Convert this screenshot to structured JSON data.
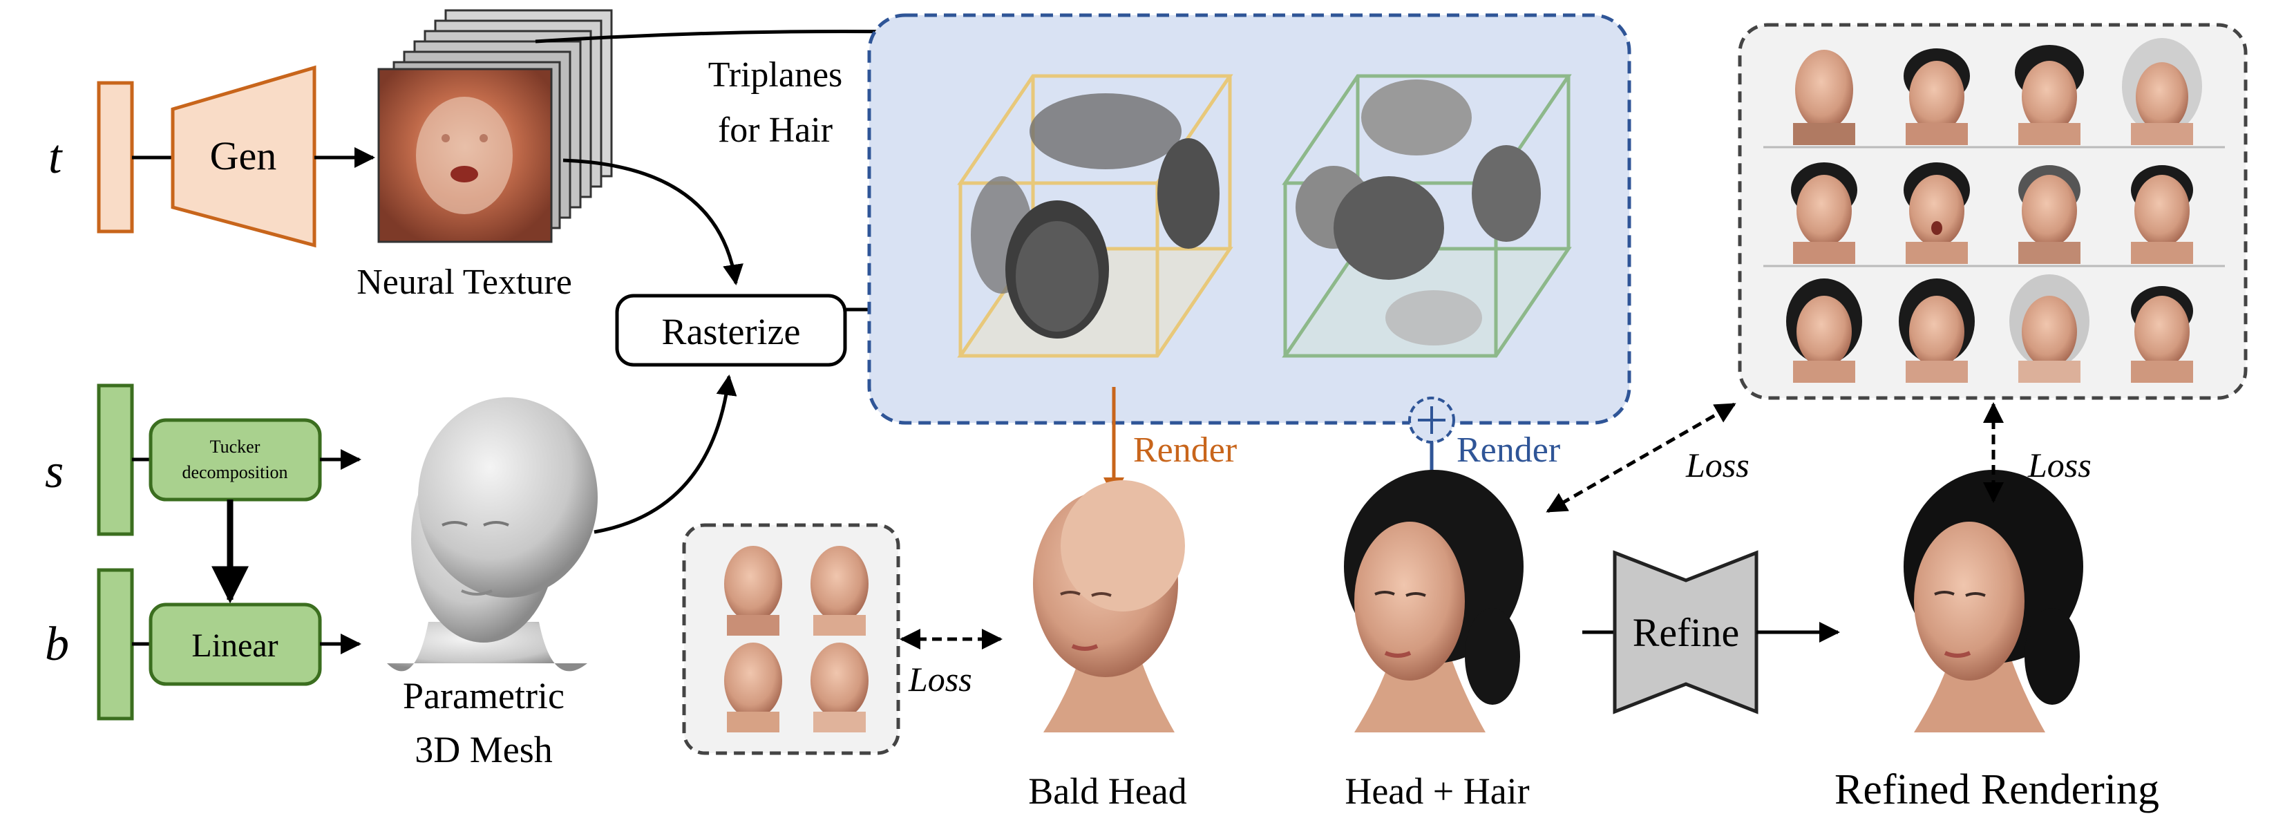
{
  "inputs": {
    "t": "t",
    "s": "s",
    "b": "b"
  },
  "blocks": {
    "gen": "Gen",
    "rasterize": "Rasterize",
    "tucker_line1": "Tucker",
    "tucker_line2": "decomposition",
    "linear": "Linear",
    "refine": "Refine"
  },
  "labels": {
    "neural_texture": "Neural Texture",
    "triplanes_line1": "Triplanes",
    "triplanes_line2": "for Hair",
    "parametric_line1": "Parametric",
    "parametric_line2": "3D Mesh",
    "render_bald": "Render",
    "render_hair": "Render",
    "bald_head": "Bald Head",
    "head_hair": "Head + Hair",
    "refined_rendering": "Refined Rendering",
    "loss_bald": "Loss",
    "loss_hair": "Loss",
    "loss_refined": "Loss"
  },
  "colors": {
    "orange": "#C8651B",
    "orange_fill": "#F9DCC7",
    "green_fill": "#A9D18E",
    "green_stroke": "#3B6E1F",
    "blue": "#2F5597",
    "blue_fill": "#D9E2F3",
    "refine_fill": "#C8C8C8"
  }
}
